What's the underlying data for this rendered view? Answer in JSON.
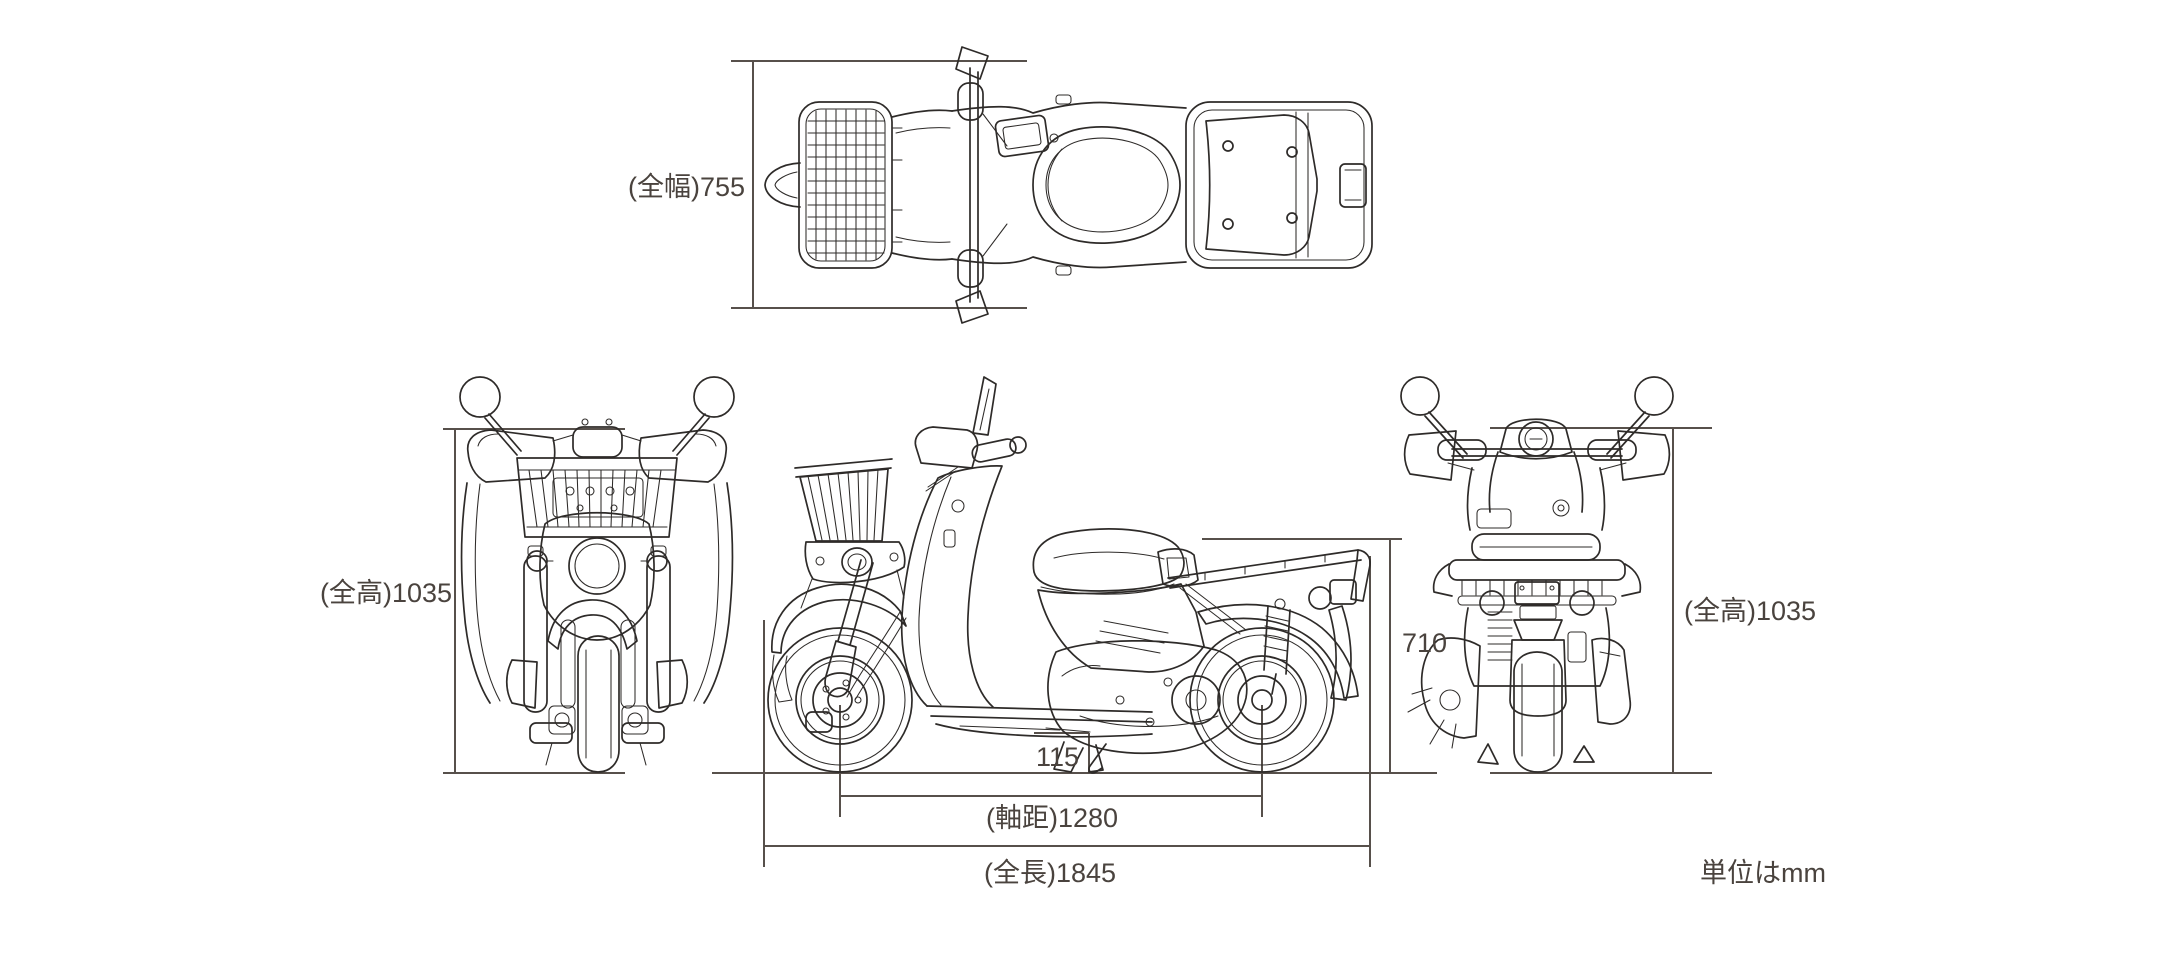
{
  "page": {
    "background": "#ffffff",
    "units_note": "単位はmm"
  },
  "colors": {
    "line_art": "#2e2b29",
    "dimension_lines": "#57504b",
    "label_text": "#4a433e"
  },
  "diagram": {
    "type": "technical-drawing",
    "subject": "delivery scooter four-view dimensional blueprint",
    "views": {
      "top": {
        "label": "top view"
      },
      "front": {
        "label": "front view"
      },
      "side": {
        "label": "side view"
      },
      "rear": {
        "label": "rear view"
      }
    },
    "dimensions": {
      "overall_width": {
        "label": "(全幅)755",
        "value_mm": 755
      },
      "overall_height_front": {
        "label": "(全高)1035",
        "value_mm": 1035
      },
      "overall_height_rear": {
        "label": "(全高)1035",
        "value_mm": 1035
      },
      "deck_height": {
        "label": "710",
        "value_mm": 710
      },
      "ground_clearance": {
        "label": "115",
        "value_mm": 115
      },
      "wheelbase": {
        "label": "(軸距)1280",
        "value_mm": 1280
      },
      "overall_length": {
        "label": "(全長)1845",
        "value_mm": 1845
      }
    }
  }
}
